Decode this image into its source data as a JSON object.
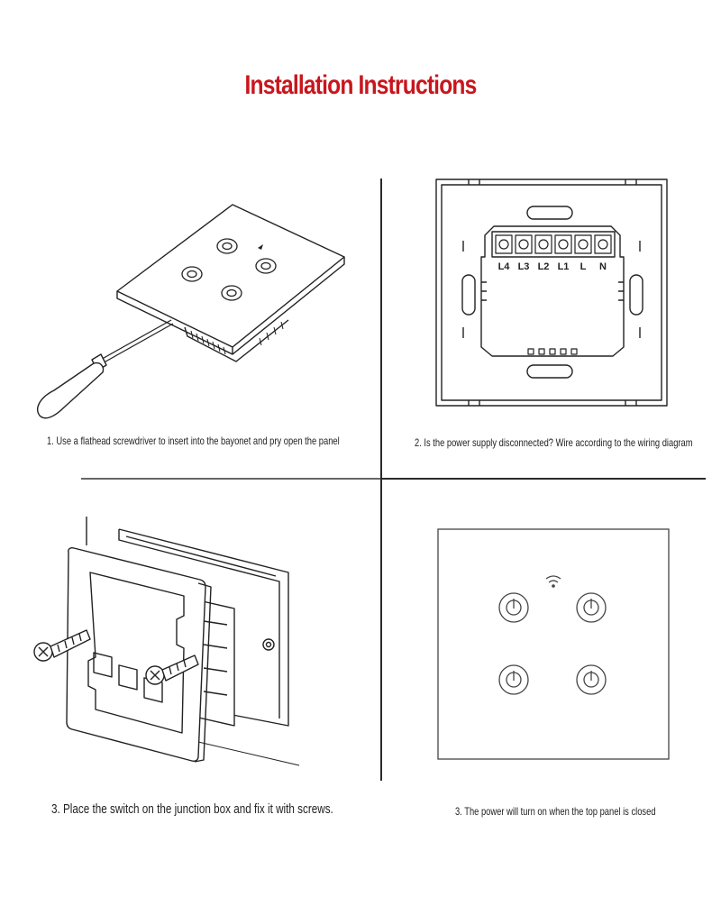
{
  "title": "Installation Instructions",
  "colors": {
    "title": "#c8161d",
    "line": "#2a2a2a"
  },
  "steps": [
    {
      "caption": "1. Use a flathead screwdriver to insert into the bayonet and pry open the panel",
      "icon": "screwdriver-pry-illustration"
    },
    {
      "caption": "2. Is the power supply disconnected? Wire according to the wiring diagram",
      "icon": "wiring-diagram-illustration"
    },
    {
      "caption": "3. Place the switch on the junction box and fix it with screws.",
      "icon": "junction-box-screws-illustration"
    },
    {
      "caption": "3. The power will turn on when the top panel is closed",
      "icon": "closed-panel-illustration"
    }
  ],
  "terminals": [
    "L4",
    "L3",
    "L2",
    "L1",
    "L",
    "N"
  ]
}
